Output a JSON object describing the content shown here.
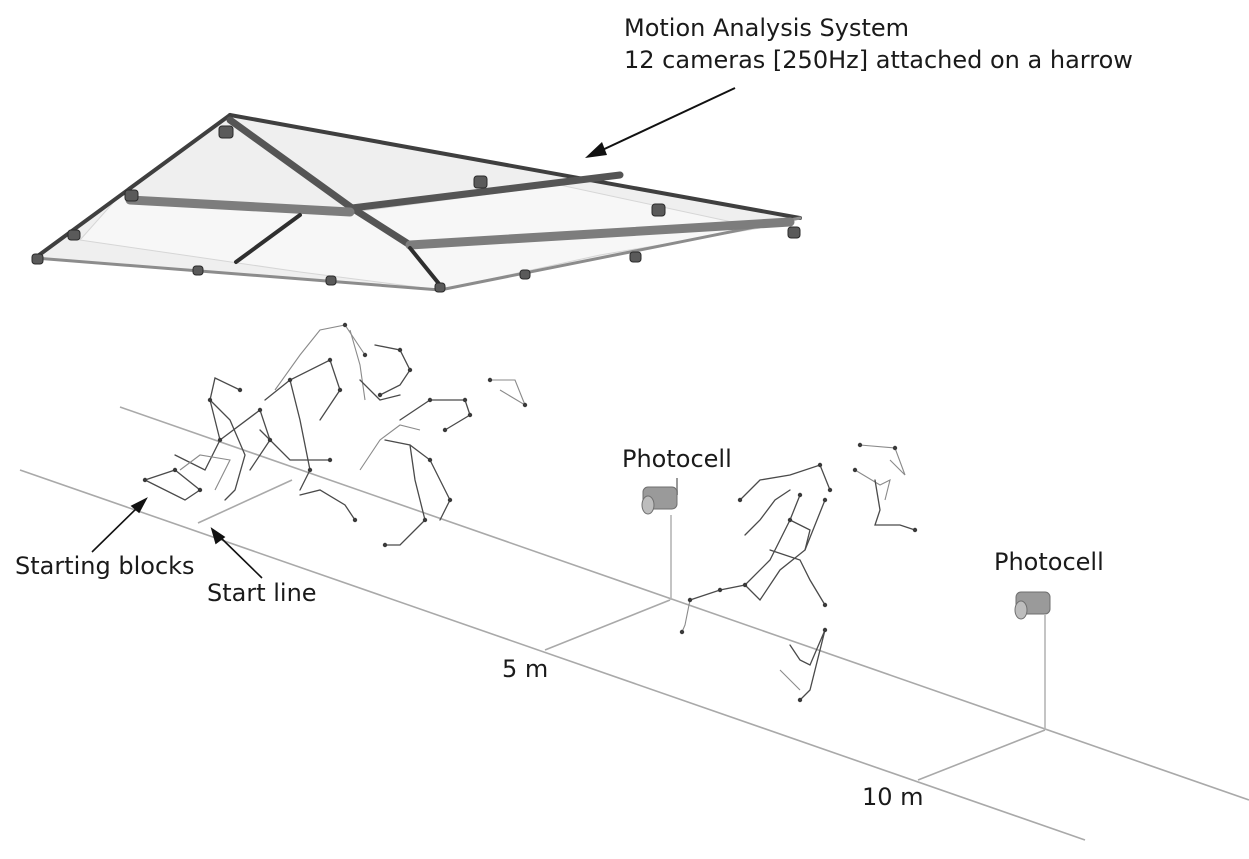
{
  "labels": {
    "system_title": "Motion Analysis System",
    "system_desc": "12 cameras [250Hz] attached on a harrow",
    "starting_blocks": "Starting blocks",
    "start_line": "Start line",
    "photocell_1": "Photocell",
    "photocell_2": "Photocell",
    "mark_5m": "5 m",
    "mark_10m": "10 m"
  },
  "colors": {
    "track": "#a9a9a9",
    "frame_dark": "#3f3f3f",
    "frame_mid": "#7d7d7d",
    "panel": "#eeeeee",
    "skeleton": "#4a4a4a",
    "photocell": "#9a9a9a"
  }
}
